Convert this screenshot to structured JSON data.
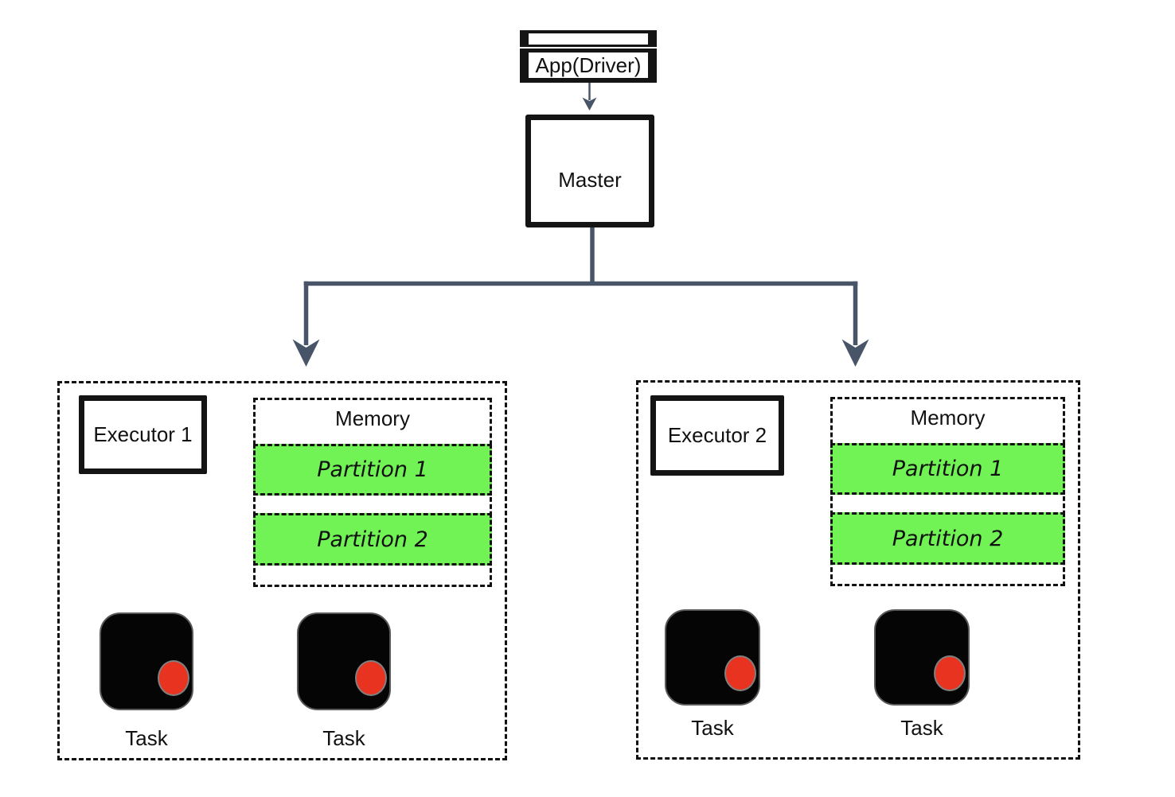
{
  "diagram": {
    "app_node": {
      "label": "App(Driver)"
    },
    "master_node": {
      "label": "Master"
    },
    "executors": [
      {
        "label": "Executor 1",
        "memory_label": "Memory",
        "partitions": [
          "Partition 1",
          "Partition 2"
        ],
        "task_labels": [
          "Task",
          "Task"
        ]
      },
      {
        "label": "Executor 2",
        "memory_label": "Memory",
        "partitions": [
          "Partition 1",
          "Partition 2"
        ],
        "task_labels": [
          "Task",
          "Task"
        ]
      }
    ],
    "colors": {
      "connector": "#485569",
      "partition_fill": "#71f255",
      "task_fill": "#050505",
      "task_dot": "#e73320",
      "border": "#111111",
      "background": "#ffffff"
    }
  }
}
